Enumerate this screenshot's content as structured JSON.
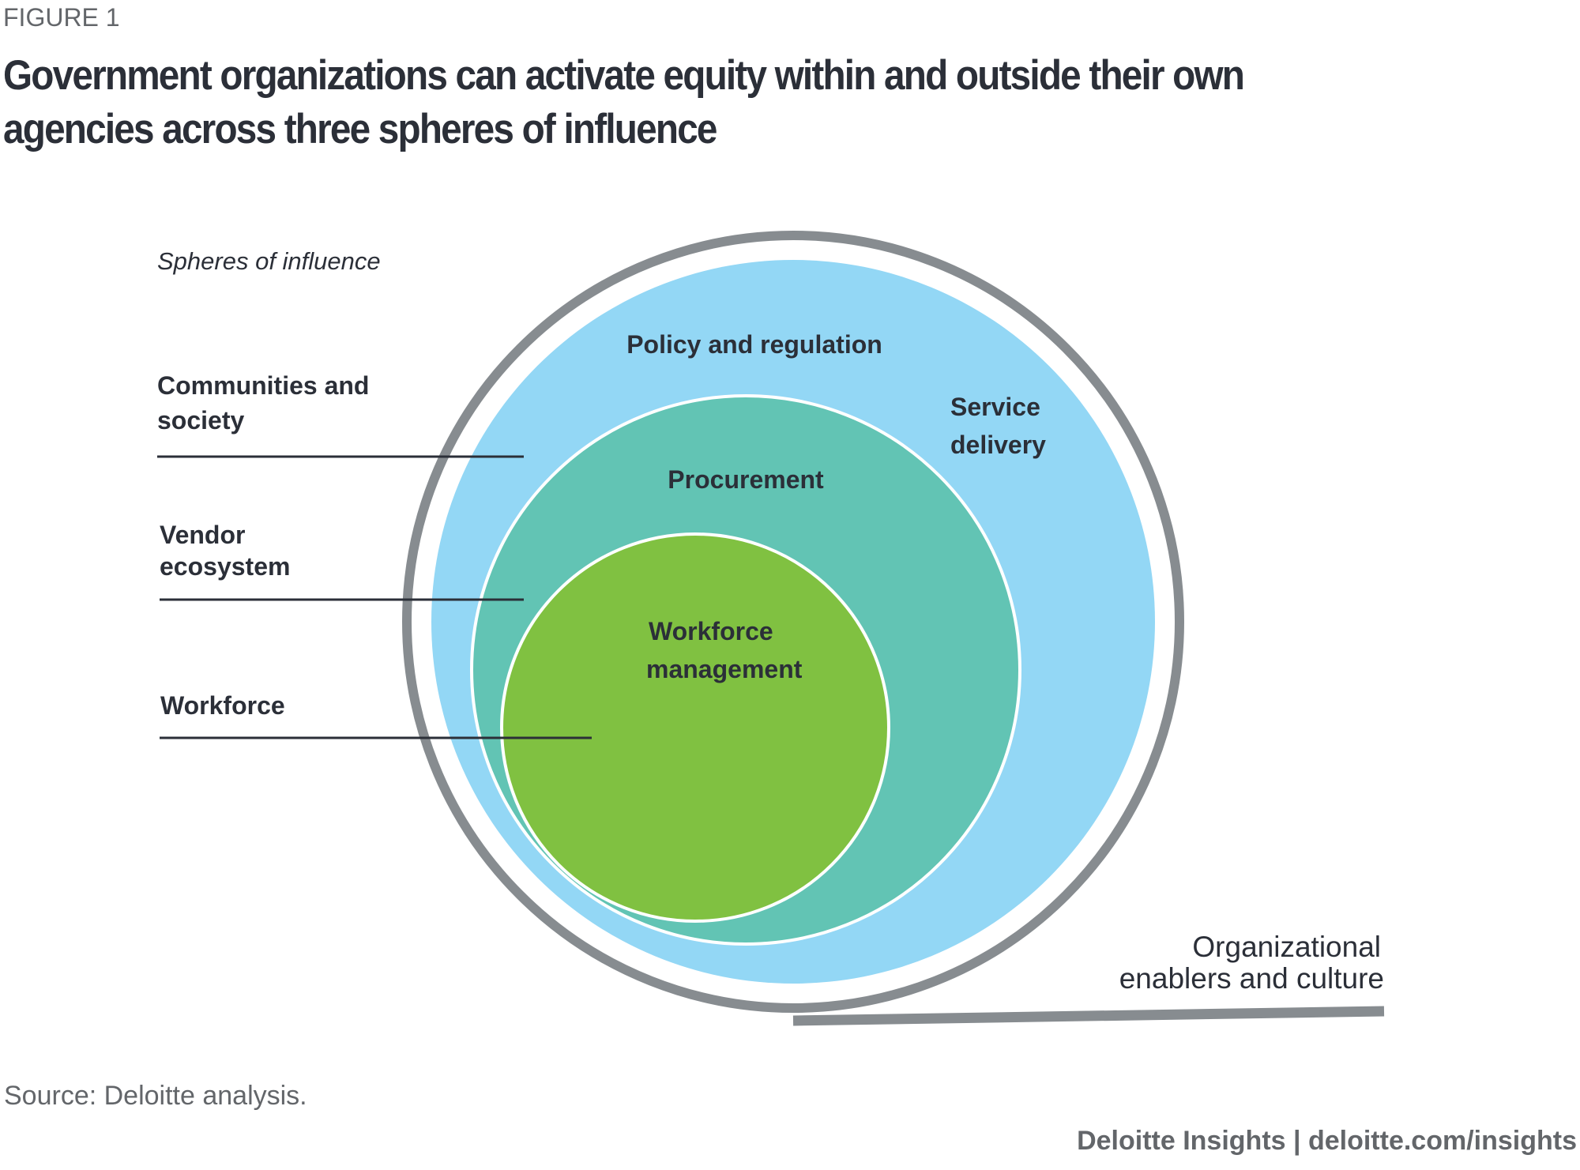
{
  "figure_label": "FIGURE 1",
  "title_line1": "Government organizations can activate equity within and outside their own",
  "title_line2": "agencies across three spheres of influence",
  "legend_heading": "Spheres of influence",
  "spheres": [
    {
      "line1": "Communities and",
      "line2": "society"
    },
    {
      "line1": "Vendor",
      "line2": "ecosystem"
    },
    {
      "line1": "Workforce"
    }
  ],
  "circles": {
    "outer": {
      "line1": "Policy and regulation",
      "line2a": "Service",
      "line2b": "delivery"
    },
    "middle": "Procurement",
    "inner": {
      "line1": "Workforce",
      "line2": "management"
    }
  },
  "ring_label": {
    "line1": "Organizational",
    "line2": "enablers and culture"
  },
  "source": "Source: Deloitte analysis.",
  "credit": "Deloitte Insights | deloitte.com/insights",
  "colors": {
    "outer_ring": "#878c90",
    "blue": "#93d7f5",
    "teal": "#62c4b4",
    "green": "#80c141",
    "text": "#2b2f38"
  }
}
